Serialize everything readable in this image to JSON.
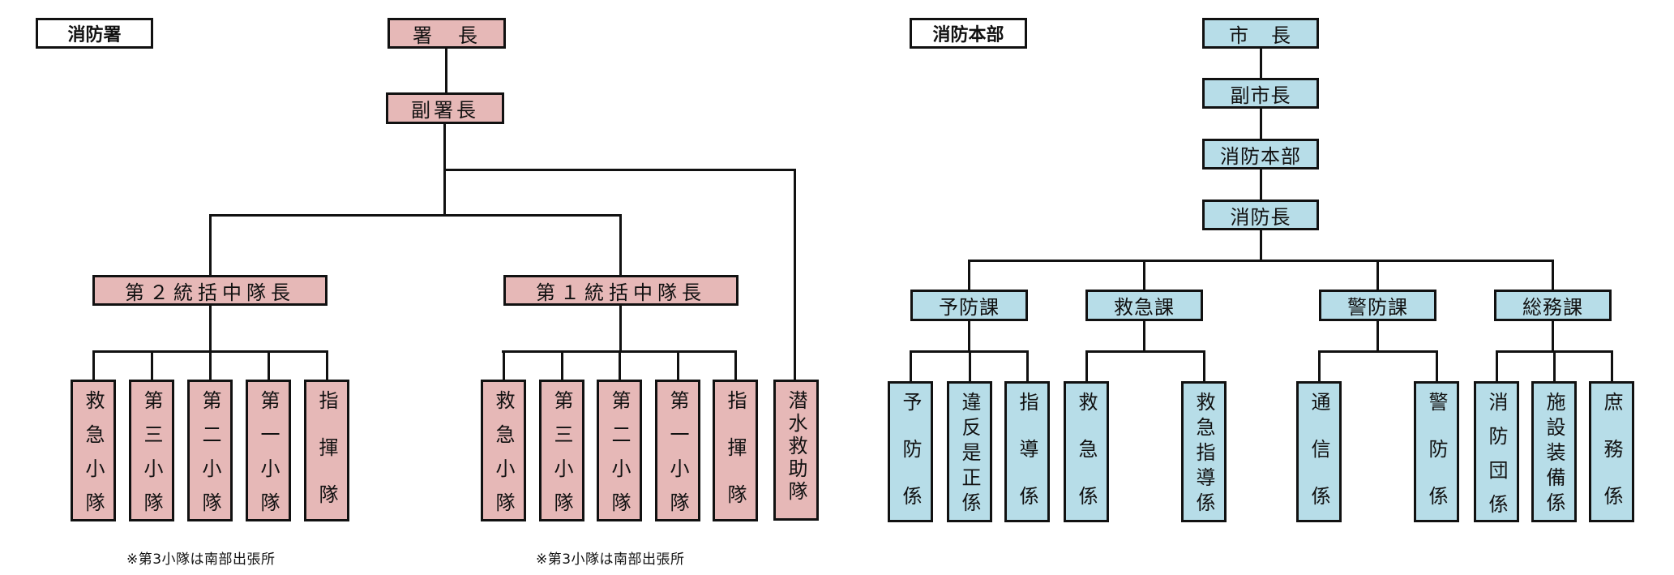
{
  "fire_station": {
    "title": "消防署",
    "chief": "署　長",
    "deputy": "副署長",
    "commanders": [
      {
        "label": "第２統括中隊長",
        "units": [
          "救急小隊",
          "第三小隊",
          "第二小隊",
          "第一小隊",
          "指揮隊"
        ],
        "note": "※第3小隊は南部出張所"
      },
      {
        "label": "第１統括中隊長",
        "units": [
          "救急小隊",
          "第三小隊",
          "第二小隊",
          "第一小隊",
          "指揮隊"
        ],
        "note": "※第3小隊は南部出張所"
      }
    ],
    "direct_unit": "潜水救助隊",
    "color": "#e6b8b7"
  },
  "fire_hq": {
    "title": "消防本部",
    "chain": [
      "市　長",
      "副市長",
      "消防本部",
      "消防長"
    ],
    "divisions": [
      {
        "label": "予防課",
        "sections": [
          "予防係",
          "違反是正係",
          "指導係"
        ]
      },
      {
        "label": "救急課",
        "sections": [
          "救急係",
          "救急指導係"
        ]
      },
      {
        "label": "警防課",
        "sections": [
          "通信係",
          "警防係"
        ]
      },
      {
        "label": "総務課",
        "sections": [
          "消防団係",
          "施設装備係",
          "庶務係"
        ]
      }
    ],
    "color": "#b7dde8"
  }
}
